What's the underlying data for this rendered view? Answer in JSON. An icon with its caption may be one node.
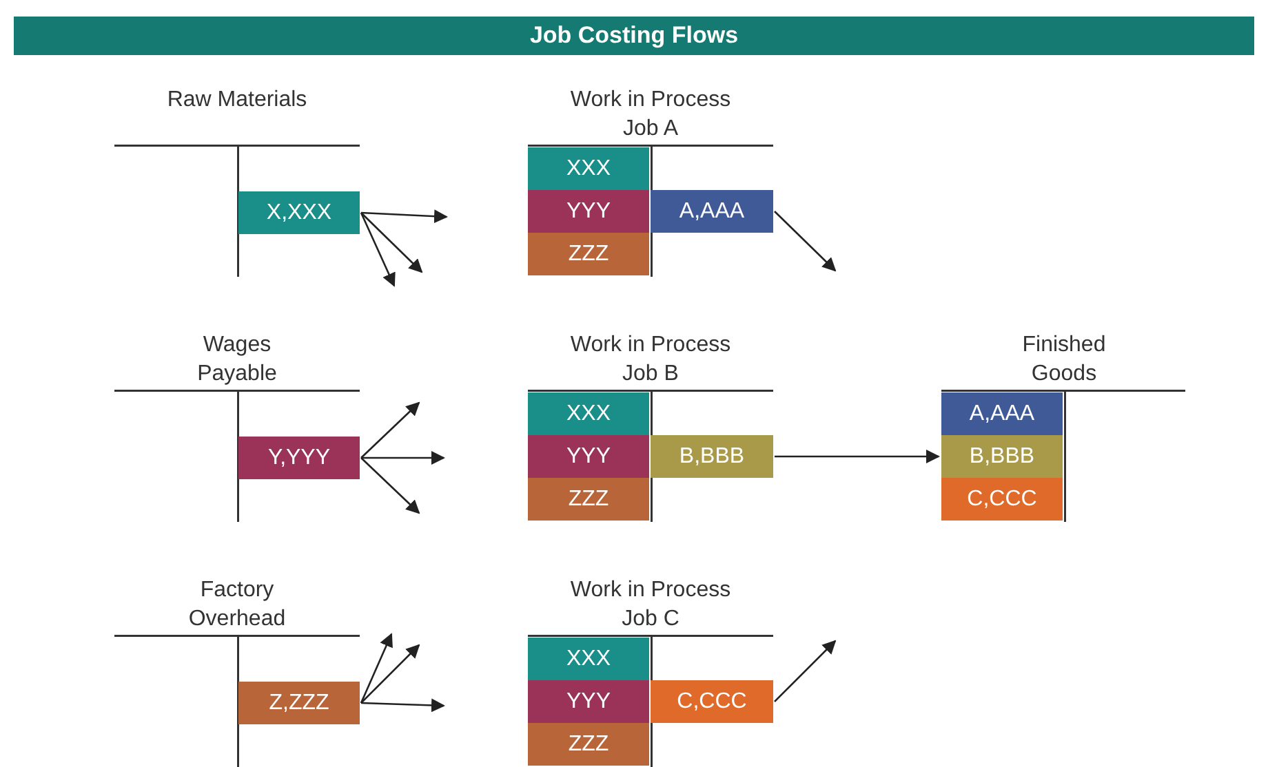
{
  "diagram": {
    "title": "Job Costing Flows",
    "nodes": [
      {
        "text": [
          "Raw Materials"
        ]
      },
      {
        "text": [
          "X,XXX"
        ],
        "in": 0
      },
      {
        "text": [
          "Work in Process Job A"
        ]
      },
      {
        "text": [
          "XXX"
        ],
        "in": 2
      },
      {
        "text": [
          "YYY"
        ],
        "in": 2
      },
      {
        "text": [
          "ZZZ"
        ],
        "in": 2
      },
      {
        "text": [
          "A,AAA"
        ],
        "in": 2
      },
      {
        "text": [
          "Wages Payable"
        ]
      },
      {
        "text": [
          "Y,YYY"
        ],
        "in": 7
      },
      {
        "text": [
          "Work in Process Job B"
        ]
      },
      {
        "text": [
          "XXX"
        ],
        "in": 9
      },
      {
        "text": [
          "YYY"
        ],
        "in": 9
      },
      {
        "text": [
          "ZZZ"
        ],
        "in": 9
      },
      {
        "text": [
          "B,BBB"
        ],
        "in": 9
      },
      {
        "text": [
          "Finished Goods"
        ]
      },
      {
        "text": [
          "A,AAA"
        ],
        "in": 14
      },
      {
        "text": [
          "B,BBB"
        ],
        "in": 14
      },
      {
        "text": [
          "C,CCC"
        ],
        "in": 14
      },
      {
        "text": [
          "Factory Overhead"
        ]
      },
      {
        "text": [
          "Z,ZZZ"
        ],
        "in": 18
      },
      {
        "text": [
          "Work in Process Job C"
        ]
      },
      {
        "text": [
          "XXX"
        ],
        "in": 20
      },
      {
        "text": [
          "YYY"
        ],
        "in": 20
      },
      {
        "text": [
          "ZZZ"
        ],
        "in": 20
      },
      {
        "text": [
          "C,CCC"
        ],
        "in": 20
      }
    ],
    "edges": [
      {
        "from": 1,
        "to": null,
        "arrow": "to"
      },
      {
        "from": 1,
        "to": null,
        "arrow": "to"
      },
      {
        "from": 1,
        "to": null,
        "arrow": "to"
      },
      {
        "from": 6,
        "to": null,
        "arrow": "to"
      },
      {
        "from": 8,
        "to": null,
        "arrow": "to"
      },
      {
        "from": 8,
        "to": null,
        "arrow": "to"
      },
      {
        "from": 8,
        "to": null,
        "arrow": "to"
      },
      {
        "from": 13,
        "to": 14,
        "arrow": "to"
      },
      {
        "from": 19,
        "to": null,
        "arrow": "to"
      },
      {
        "from": 19,
        "to": null,
        "arrow": "to"
      },
      {
        "from": 19,
        "to": null,
        "arrow": "to"
      },
      {
        "from": 24,
        "to": null,
        "arrow": "to"
      }
    ]
  }
}
